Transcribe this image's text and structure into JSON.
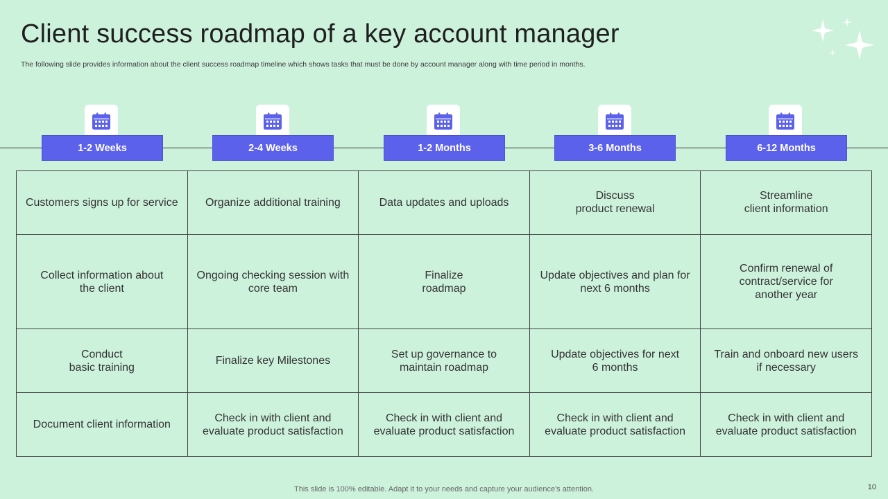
{
  "slide": {
    "title": "Client success roadmap of a key account manager",
    "subtitle": "The following slide provides information about the client success roadmap timeline which shows tasks that must be done by account manager along with time period in months.",
    "footer_note": "This slide is 100% editable. Adapt it to your needs and capture your audience's attention.",
    "page_number": "10"
  },
  "colors": {
    "background": "#cdf2dc",
    "accent": "#5b61ea",
    "phase_text": "#ffffff",
    "grid_border": "#3f3f3f"
  },
  "icons": {
    "phase_icon": "calendar-icon",
    "decoration": "sparkle-icon"
  },
  "phases": [
    {
      "label": "1-2 Weeks"
    },
    {
      "label": "2-4 Weeks"
    },
    {
      "label": "1-2 Months"
    },
    {
      "label": "3-6 Months"
    },
    {
      "label": "6-12 Months"
    }
  ],
  "tasks": [
    [
      "Customers signs up for service",
      "Organize additional training",
      "Data updates and uploads",
      "Discuss\nproduct renewal",
      "Streamline\nclient information"
    ],
    [
      "Collect information about\nthe client",
      "Ongoing checking session with\ncore team",
      "Finalize\nroadmap",
      "Update objectives and plan for\nnext 6 months",
      "Confirm renewal of\ncontract/service for\nanother year"
    ],
    [
      "Conduct\nbasic training",
      "Finalize key Milestones",
      "Set up governance to\nmaintain roadmap",
      "Update objectives for next\n6 months",
      "Train and onboard new users\nif necessary"
    ],
    [
      "Document client information",
      "Check in with client and\nevaluate product satisfaction",
      "Check in with client and\nevaluate product satisfaction",
      "Check in with client and\nevaluate product satisfaction",
      "Check in with client and\nevaluate product satisfaction"
    ]
  ]
}
